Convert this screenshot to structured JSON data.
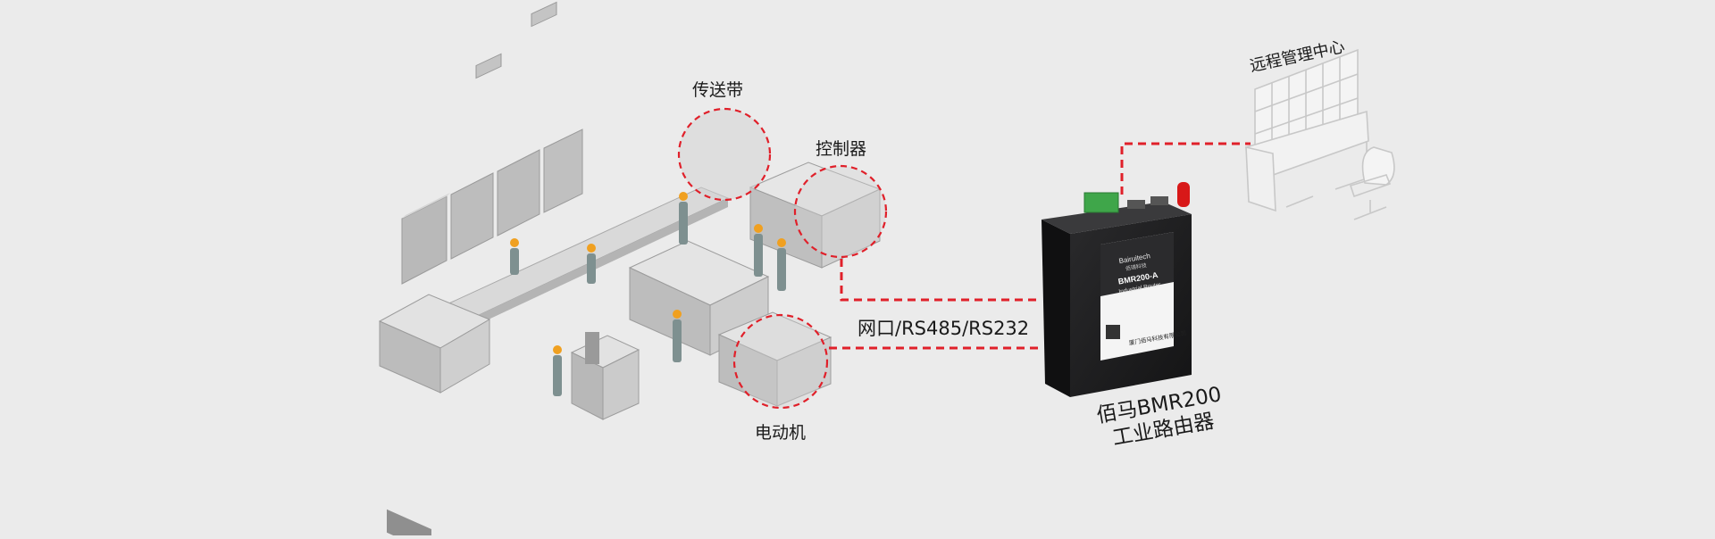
{
  "labels": {
    "conveyor": "传送带",
    "controller": "控制器",
    "motor": "电动机",
    "link": "网口/RS485/RS232",
    "remote": "远程管理中心"
  },
  "router": {
    "name_line1": "佰马BMR200",
    "name_line2": "工业路由器",
    "brand": "Bairuitech",
    "brand_sub": "佰瑞科技",
    "model": "BMR200-A",
    "type": "Industrial Router",
    "company": "厦门佰马科技有限公司"
  },
  "colors": {
    "background": "#ebebeb",
    "link_dash": "#e0202a",
    "router_body": "#1c1c1e",
    "equipment": "#c8c8c8",
    "worker_helmet": "#f0a020",
    "terminal_block": "#3fa64a",
    "antenna": "#d81818"
  }
}
